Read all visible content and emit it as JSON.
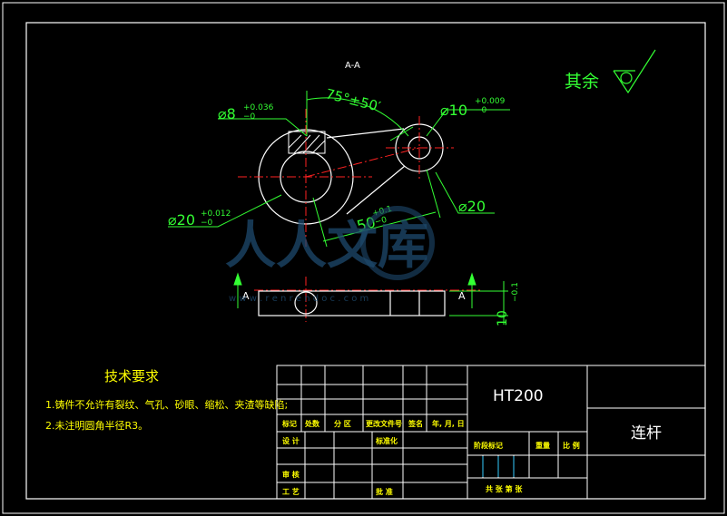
{
  "drawing": {
    "section_label": "A-A",
    "surface_note": "其余",
    "dims": {
      "d8": "⌀8",
      "d8_tol_up": "+0.036",
      "d8_tol_dn": "−0",
      "angle": "75°±50′",
      "d10": "⌀10",
      "d10_tol_up": "+0.009",
      "d10_tol_dn": "−0",
      "d20_left": "⌀20",
      "d20_left_tol_up": "+0.012",
      "d20_left_tol_dn": "−0",
      "d20_right": "⌀20",
      "center_dist": "50",
      "center_dist_tol_up": "+0.1",
      "center_dist_tol_dn": "−0",
      "thickness": "10",
      "thickness_tol": "−0.1",
      "section_mark": "A"
    },
    "watermark": "人人文库",
    "watermark_url": "w w w . r e n r e n d o c . c o m"
  },
  "tech_req": {
    "title": "技术要求",
    "line1": "1.铸件不允许有裂纹、气孔、砂眼、缩松、夹渣等缺陷;",
    "line2": "2.未注明圆角半径R3。"
  },
  "title_block": {
    "material": "HT200",
    "part_name": "连杆",
    "h_mark": "标记",
    "h_count": "处数",
    "h_zone": "分 区",
    "h_docno": "更改文件号",
    "h_sign": "签名",
    "h_date": "年, 月, 日",
    "r_design": "设 计",
    "r_std": "标准化",
    "r_review": "审 核",
    "r_process": "工 艺",
    "r_approve": "批 准",
    "c_stage": "阶段标记",
    "c_weight": "重量",
    "c_scale": "比 例",
    "c_sheets": "共   张   第   张"
  }
}
